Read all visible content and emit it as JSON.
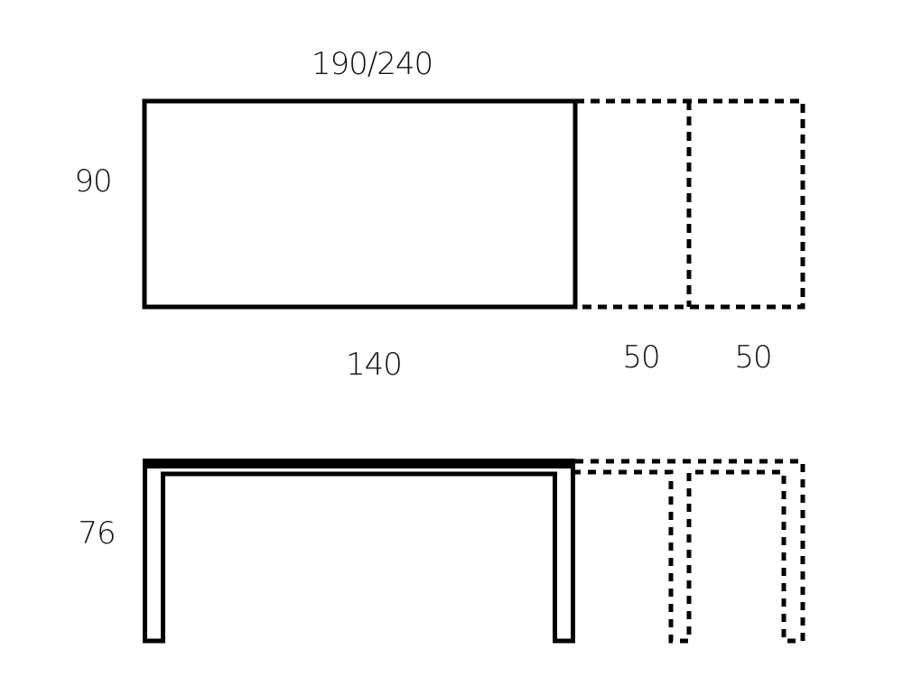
{
  "top_view": {
    "overall_length_label": "190/240",
    "width_label": "90",
    "base_length_label": "140",
    "extension_1_label": "50",
    "extension_2_label": "50"
  },
  "side_view": {
    "height_label": "76"
  }
}
